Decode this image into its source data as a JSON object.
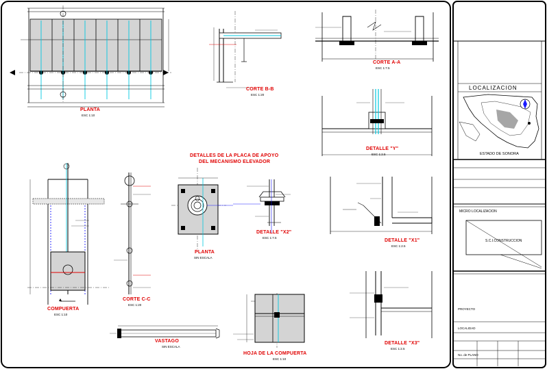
{
  "drawing_titles": {
    "planta": "PLANTA",
    "planta_scale": "ESC 1:10",
    "corte_bb": "CORTE B-B",
    "corte_bb_scale": "ESC 1:20",
    "corte_aa": "CORTE A-A",
    "corte_aa_scale": "ESC 1:7.5",
    "detalle_y": "DETALLE \"Y\"",
    "detalle_y_scale": "ESC 1:2.5",
    "placa_title_1": "DETALLES DE LA PLACA DE APOYO",
    "placa_title_2": "DEL MECANISMO ELEVADOR",
    "compuerta": "COMPUERTA",
    "compuerta_scale": "ESC 1:10",
    "corte_cc": "CORTE C-C",
    "corte_cc_scale": "ESC 1:20",
    "planta_placa": "PLANTA",
    "planta_placa_scale": "SIN ESCALA",
    "detalle_x2": "DETALLE \"X2\"",
    "detalle_x2_scale": "ESC 1:7.5",
    "detalle_x1": "DETALLE \"X1\"",
    "detalle_x1_scale": "ESC 1:2.5",
    "vastago": "VASTAGO",
    "vastago_scale": "SIN ESCALA",
    "hoja": "HOJA DE LA COMPUERTA",
    "hoja_scale": "ESC 1:10",
    "detalle_x3": "DETALLE \"X3\"",
    "detalle_x3_scale": "ESC 1:2.5"
  },
  "title_block": {
    "localizacion": "LOCALIZACION",
    "estado": "ESTADO DE SONORA",
    "micro": "MICRO LOCALIZACION",
    "micro_box": "S.C.I.CONSTRUCCION",
    "proyecto": "PROYECTO",
    "localidad": "LOCALIDAD",
    "plano_no": "No. de PLANO"
  },
  "colors": {
    "ink": "#000000",
    "title_red": "#e00000",
    "cyan": "#00c8e0",
    "blue": "#1a1aff",
    "gate_fill": "#d4d4d4"
  }
}
